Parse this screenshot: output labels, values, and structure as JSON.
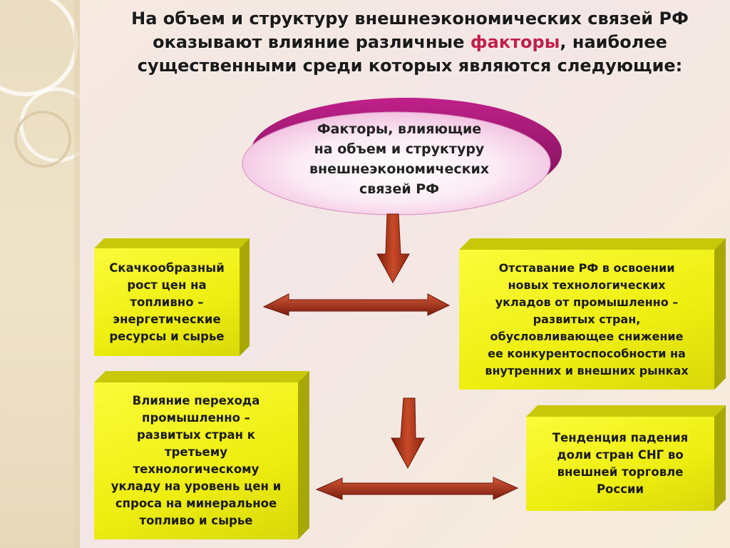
{
  "header": {
    "line1": "На объем и структуру внешнеэкономических связей РФ",
    "line2_pre": "оказывают влияние различные ",
    "line2_accent": "факторы",
    "line2_post": ", наиболее",
    "line3": "существенными среди которых являются следующие:"
  },
  "center": {
    "lines": [
      "Факторы, влияющие",
      "на объем и структуру",
      "внешнеэкономических",
      "связей РФ"
    ]
  },
  "boxes": {
    "top_left": "Скачкообразный\nрост цен на\nтопливно –\nэнергетические\nресурсы и сырье",
    "top_right": "Отставание РФ в освоении\nновых технологических\nукладов от промышленно –\nразвитых стран,\nобусловливающее снижение\nее конкурентоспособности на\nвнутренних и внешних рынках",
    "bottom_left": "Влияние перехода\nпромышленно –\nразвитых стран к\nтретьему\nтехнологическому\nукладу на уровень цен и\nспроса на минеральное\nтопливо и сырье",
    "bottom_right": "Тенденция падения\nдоли стран СНГ во\nвнешней торговле\nРоссии"
  },
  "colors": {
    "accent": "#c0204b",
    "box_yellow": "#f2f21a",
    "arrow_red": "#b5331a",
    "ellipse_magenta": "#9a1a6e"
  }
}
